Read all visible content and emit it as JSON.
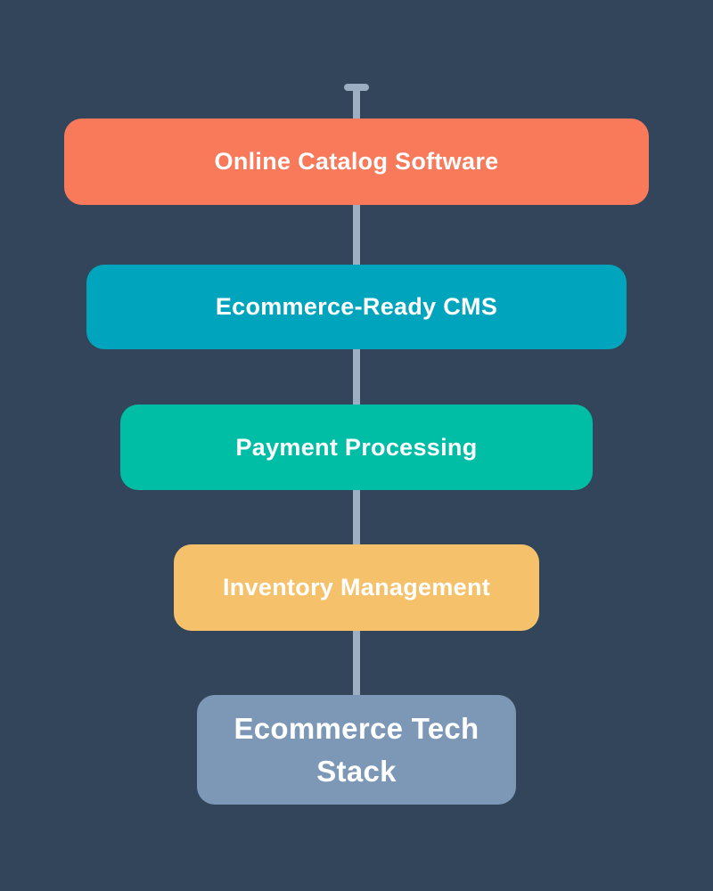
{
  "diagram": {
    "type": "vertical-stack-flow",
    "background_color": "#32455A",
    "connector_color": "#9DAEC3",
    "text_color": "#FFFFFF",
    "nodes": [
      {
        "label": "Online Catalog Software",
        "color": "#F9795B"
      },
      {
        "label": "Ecommerce-Ready CMS",
        "color": "#00A4BD"
      },
      {
        "label": "Payment Processing",
        "color": "#00BDA5"
      },
      {
        "label": "Inventory Management",
        "color": "#F5C26B"
      },
      {
        "label": "Ecommerce Tech Stack",
        "color": "#7C98B6",
        "emphasis": "title"
      }
    ]
  }
}
